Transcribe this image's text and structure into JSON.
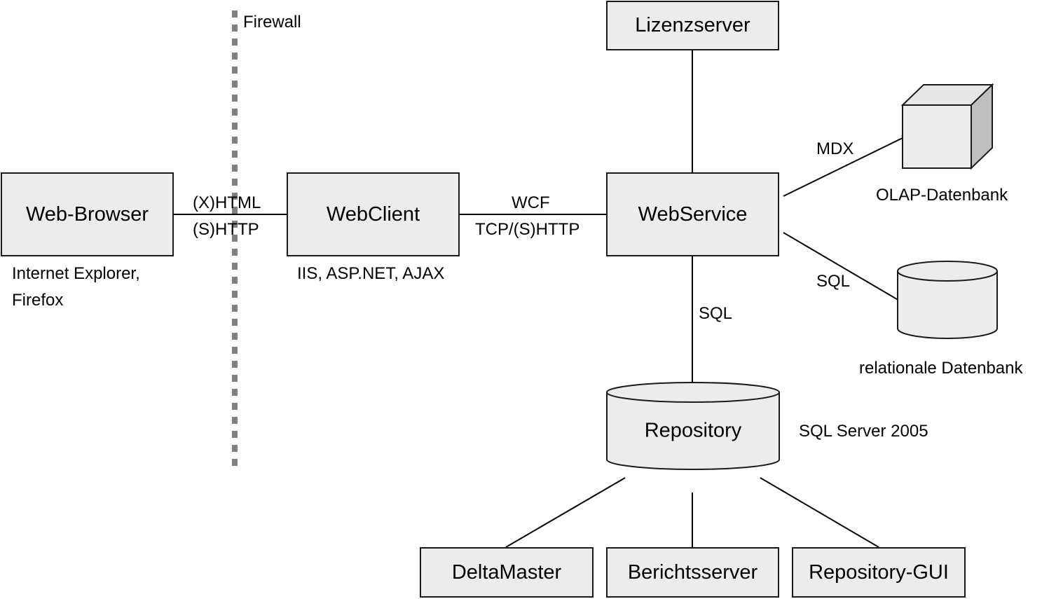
{
  "firewall": {
    "label": "Firewall"
  },
  "nodes": {
    "web_browser": {
      "label": "Web-Browser",
      "sub1": "Internet Explorer,",
      "sub2": "Firefox"
    },
    "webclient": {
      "label": "WebClient",
      "sub": "IIS, ASP.NET, AJAX"
    },
    "webservice": {
      "label": "WebService"
    },
    "lizenzserver": {
      "label": "Lizenzserver"
    },
    "olap": {
      "caption": "OLAP-Datenbank"
    },
    "relational": {
      "caption": "relationale Datenbank"
    },
    "repository": {
      "label": "Repository",
      "caption": "SQL Server 2005"
    },
    "deltamaster": {
      "label": "DeltaMaster"
    },
    "berichtsserver": {
      "label": "Berichtsserver"
    },
    "repository_gui": {
      "label": "Repository-GUI"
    }
  },
  "edges": {
    "browser_client": {
      "top": "(X)HTML",
      "bottom": "(S)HTTP"
    },
    "client_service": {
      "top": "WCF",
      "bottom": "TCP/(S)HTTP"
    },
    "service_olap": {
      "label": "MDX"
    },
    "service_relational": {
      "label": "SQL"
    },
    "service_repository": {
      "label": "SQL"
    }
  }
}
